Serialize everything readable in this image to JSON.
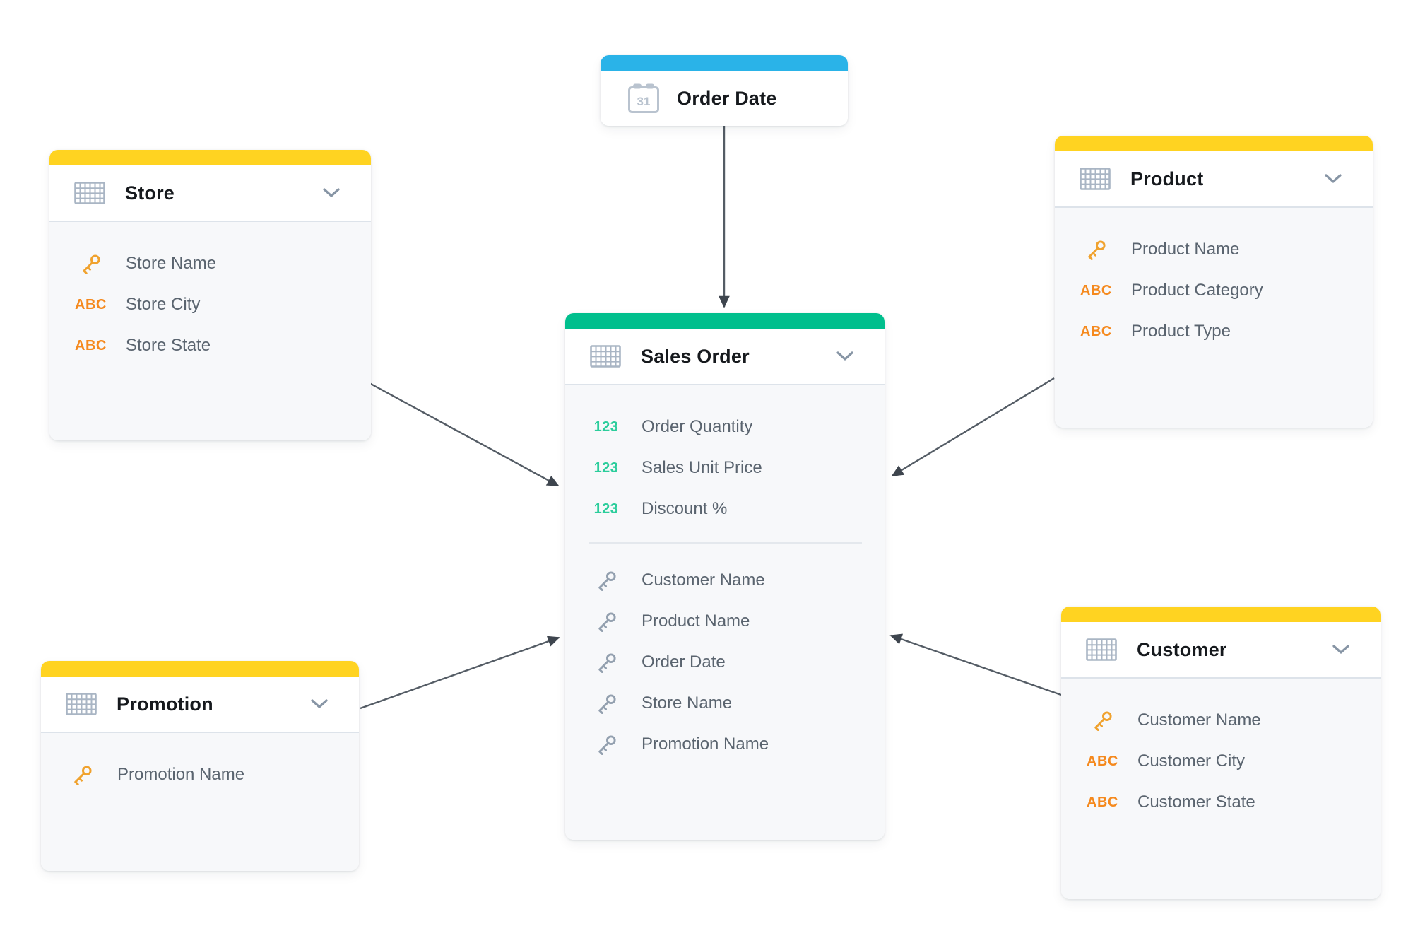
{
  "colors": {
    "date_header": "#2AB3E8",
    "fact_header": "#00BF8D",
    "dimension_header": "#FFD321",
    "key_icon": "#F0A22E",
    "muted_key_icon": "#93A0AF",
    "text_type_badge": "#F5891D",
    "number_type_badge": "#2BCD9B",
    "arrow": "#4E565F"
  },
  "type_badges": {
    "text": "ABC",
    "number": "123",
    "calendar_day": "31"
  },
  "cards": {
    "order_date": {
      "title": "Order Date"
    },
    "store": {
      "title": "Store",
      "fields": [
        {
          "type": "key",
          "label": "Store Name"
        },
        {
          "type": "text",
          "label": "Store City"
        },
        {
          "type": "text",
          "label": "Store State"
        }
      ]
    },
    "sales_order": {
      "title": "Sales Order",
      "measures": [
        {
          "type": "number",
          "label": "Order Quantity"
        },
        {
          "type": "number",
          "label": "Sales Unit Price"
        },
        {
          "type": "number",
          "label": "Discount %"
        }
      ],
      "keys": [
        {
          "type": "key",
          "label": "Customer Name"
        },
        {
          "type": "key",
          "label": "Product Name"
        },
        {
          "type": "key",
          "label": "Order Date"
        },
        {
          "type": "key",
          "label": "Store Name"
        },
        {
          "type": "key",
          "label": "Promotion Name"
        }
      ]
    },
    "product": {
      "title": "Product",
      "fields": [
        {
          "type": "key",
          "label": "Product Name"
        },
        {
          "type": "text",
          "label": "Product Category"
        },
        {
          "type": "text",
          "label": "Product Type"
        }
      ]
    },
    "promotion": {
      "title": "Promotion",
      "fields": [
        {
          "type": "key",
          "label": "Promotion Name"
        }
      ]
    },
    "customer": {
      "title": "Customer",
      "fields": [
        {
          "type": "key",
          "label": "Customer Name"
        },
        {
          "type": "text",
          "label": "Customer City"
        },
        {
          "type": "text",
          "label": "Customer State"
        }
      ]
    }
  },
  "relationships": [
    {
      "from": "Order Date",
      "to": "Sales Order"
    },
    {
      "from": "Store",
      "to": "Sales Order"
    },
    {
      "from": "Product",
      "to": "Sales Order"
    },
    {
      "from": "Promotion",
      "to": "Sales Order"
    },
    {
      "from": "Customer",
      "to": "Sales Order"
    }
  ]
}
